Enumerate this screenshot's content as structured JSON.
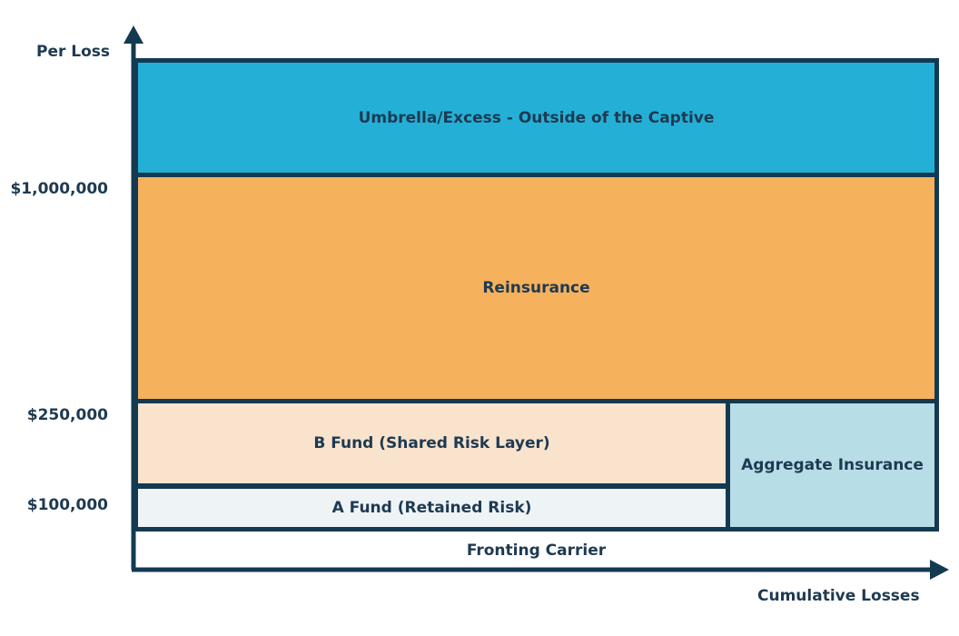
{
  "axes": {
    "y_label": "Per Loss",
    "x_label": "Cumulative Losses",
    "y_ticks": [
      "$1,000,000",
      "$250,000",
      "$100,000"
    ]
  },
  "layers": {
    "umbrella": {
      "label": "Umbrella/Excess - Outside of the Captive",
      "color": "#24b0d6"
    },
    "reinsurance": {
      "label": "Reinsurance",
      "color": "#f6b15c"
    },
    "b_fund": {
      "label": "B Fund (Shared Risk Layer)",
      "color": "#f9e3cc"
    },
    "a_fund": {
      "label": "A Fund (Retained Risk)",
      "color": "#eef3f6"
    },
    "aggregate": {
      "label": "Aggregate Insurance",
      "color": "#b7dde6"
    },
    "fronting": {
      "label": "Fronting Carrier"
    }
  },
  "colors": {
    "outline": "#143a52",
    "text": "#1e3a52"
  }
}
